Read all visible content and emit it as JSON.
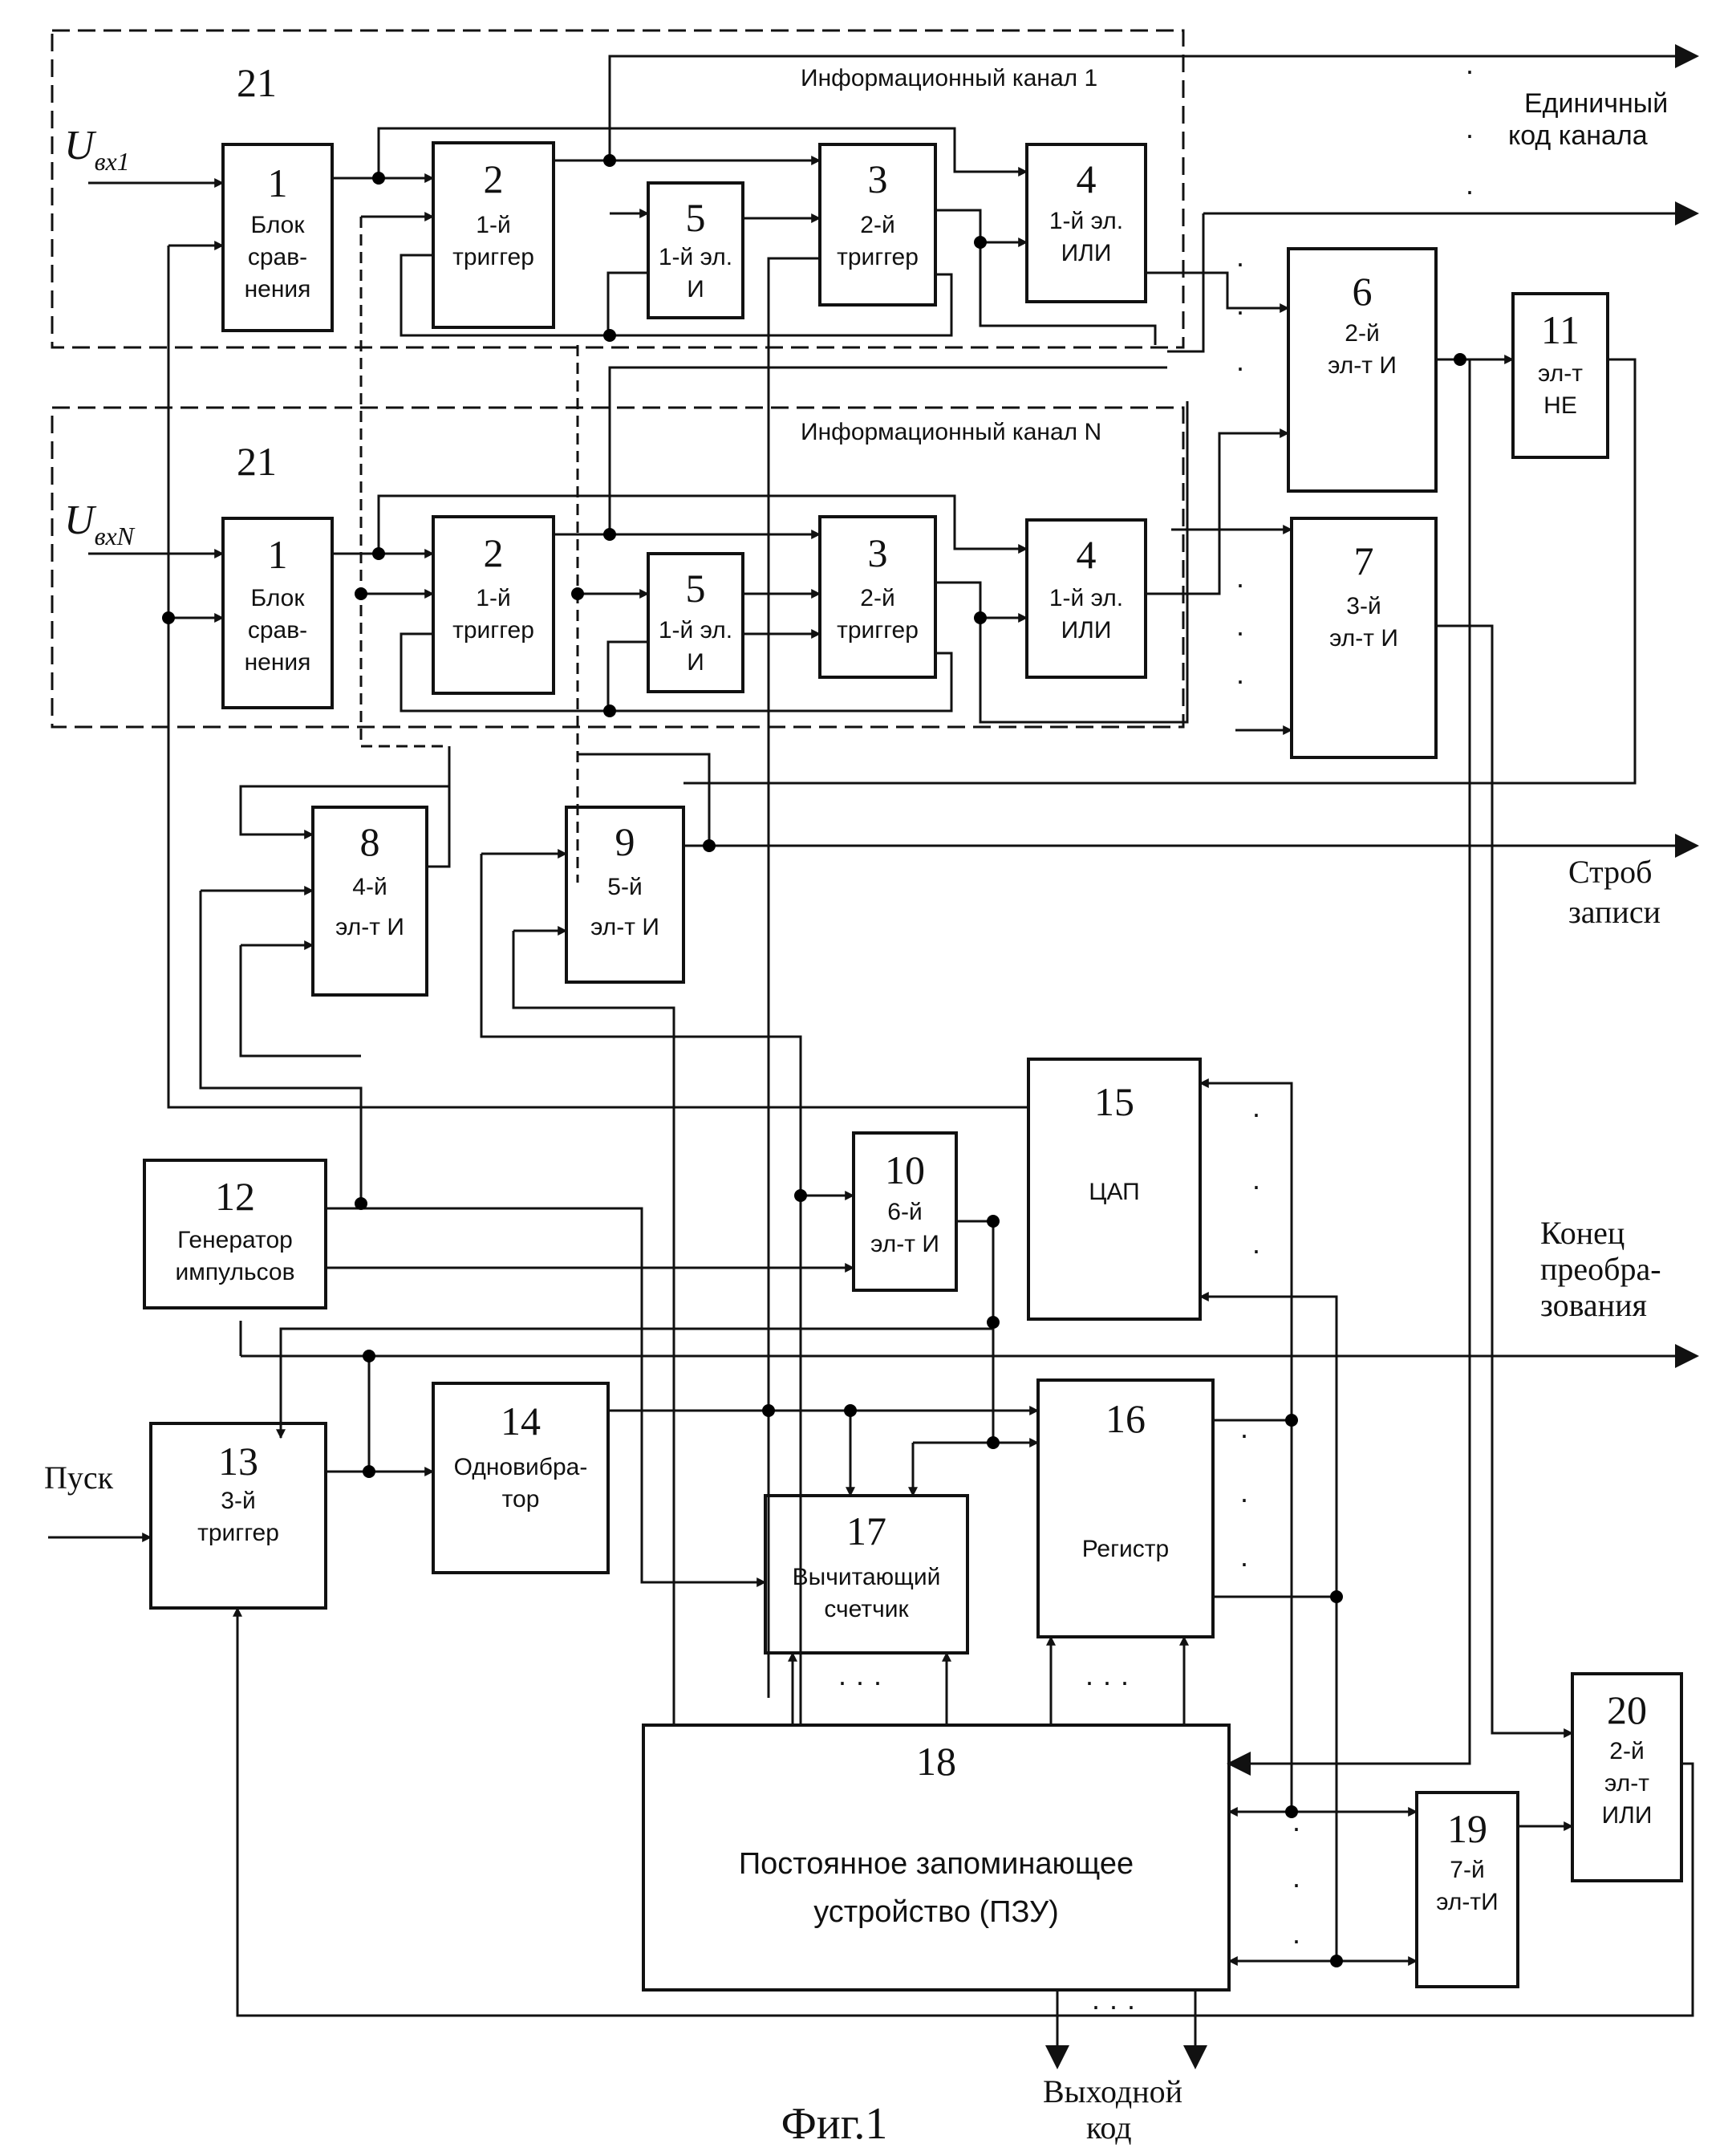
{
  "figure": {
    "caption": "Фиг.1"
  },
  "channel1": {
    "number": "21",
    "title": "Информационный канал 1"
  },
  "channelN": {
    "number": "21",
    "title": "Информационный канал N"
  },
  "inputs": {
    "u1": {
      "main": "U",
      "sub": "вх1"
    },
    "uN": {
      "main": "U",
      "sub": "вхN"
    },
    "start": "Пуск"
  },
  "outputs": {
    "unit_code": [
      "Единичный",
      "код канала"
    ],
    "strobe": [
      "Строб",
      "записи"
    ],
    "conversion_end": [
      "Конец",
      "преобра-",
      "зования"
    ],
    "output_code": [
      "Выходной",
      "код"
    ]
  },
  "blocks": {
    "b1": {
      "num": "1",
      "lines": [
        "Блок",
        "срав-",
        "нения"
      ]
    },
    "b2": {
      "num": "2",
      "lines": [
        "1-й",
        "триггер"
      ]
    },
    "b3": {
      "num": "3",
      "lines": [
        "2-й",
        "триггер"
      ]
    },
    "b4": {
      "num": "4",
      "lines": [
        "1-й эл.",
        "ИЛИ"
      ]
    },
    "b5": {
      "num": "5",
      "lines": [
        "1-й эл.",
        "И"
      ]
    },
    "b6": {
      "num": "6",
      "lines": [
        "2-й",
        "эл-т И"
      ]
    },
    "b7": {
      "num": "7",
      "lines": [
        "3-й",
        "эл-т И"
      ]
    },
    "b8": {
      "num": "8",
      "lines": [
        "4-й",
        "эл-т И"
      ]
    },
    "b9": {
      "num": "9",
      "lines": [
        "5-й",
        "эл-т И"
      ]
    },
    "b10": {
      "num": "10",
      "lines": [
        "6-й",
        "эл-т И"
      ]
    },
    "b11": {
      "num": "11",
      "lines": [
        "эл-т",
        "НЕ"
      ]
    },
    "b12": {
      "num": "12",
      "lines": [
        "Генератор",
        "импульсов"
      ]
    },
    "b13": {
      "num": "13",
      "lines": [
        "3-й",
        "триггер"
      ]
    },
    "b14": {
      "num": "14",
      "lines": [
        "Одновибра-",
        "тор"
      ]
    },
    "b15": {
      "num": "15",
      "lines": [
        "ЦАП"
      ]
    },
    "b16": {
      "num": "16",
      "lines": [
        "Регистр"
      ]
    },
    "b17": {
      "num": "17",
      "lines": [
        "Вычитающий",
        "счетчик"
      ]
    },
    "b18": {
      "num": "18",
      "lines": [
        "Постоянное запоминающее",
        "устройство (ПЗУ)"
      ]
    },
    "b19": {
      "num": "19",
      "lines": [
        "7-й",
        "эл-тИ"
      ]
    },
    "b20": {
      "num": "20",
      "lines": [
        "2-й",
        "эл-т",
        "ИЛИ"
      ]
    }
  }
}
